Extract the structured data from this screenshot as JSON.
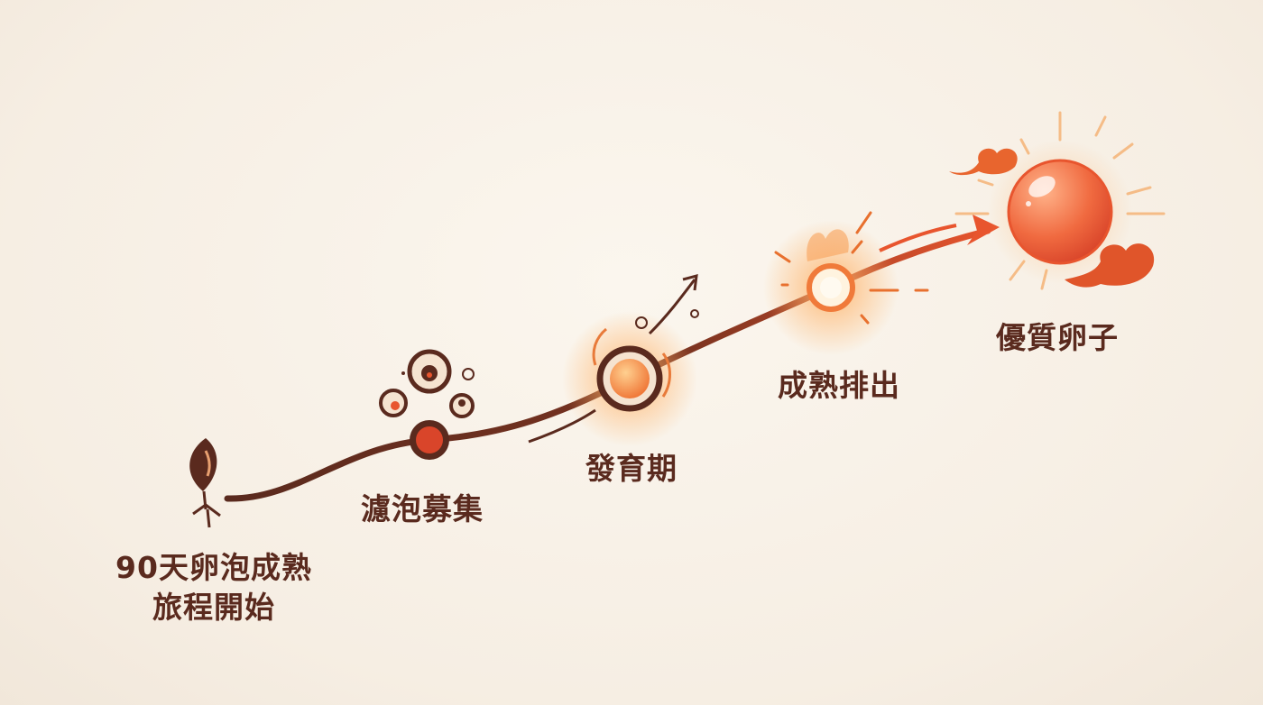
{
  "stages": [
    {
      "label_line1": "90天卵泡成熟",
      "label_line2": "旅程開始"
    },
    {
      "label": "濾泡募集"
    },
    {
      "label": "發育期"
    },
    {
      "label": "成熟排出"
    },
    {
      "label": "優質卵子"
    }
  ],
  "colors": {
    "background": "#f8f1e7",
    "path": "#5a2a1e",
    "accent": "#e8552e",
    "glow": "#f9a25a",
    "text": "#5a2a1e"
  },
  "icons": [
    "sprout-icon",
    "follicle-cluster-icon",
    "glowing-node-icon",
    "burst-node-icon",
    "egg-sphere-icon",
    "cloud-icon"
  ]
}
